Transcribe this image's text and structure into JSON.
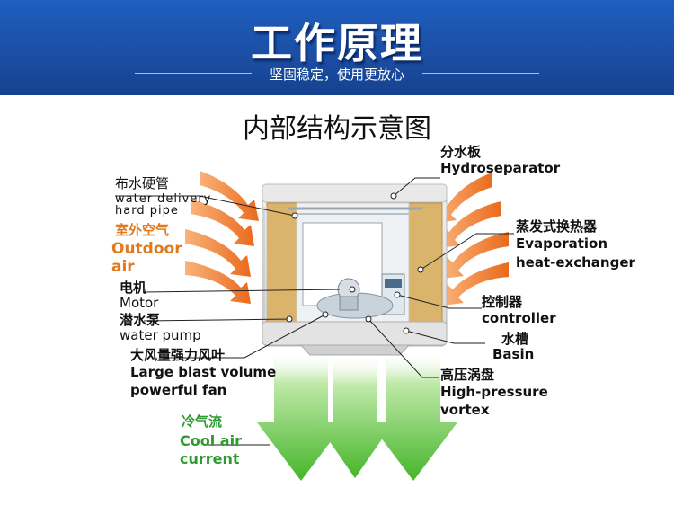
{
  "banner": {
    "title": "工作原理",
    "subtitle": "坚固稳定，使用更放心"
  },
  "main_title": "内部结构示意图",
  "labels": {
    "hydroseparator_cn": "分水板",
    "hydroseparator_en": "Hydroseparator",
    "pipe_cn": "布水硬管",
    "pipe_en_1": "water delivery",
    "pipe_en_2": "hard pipe",
    "outdoor_cn": "室外空气",
    "outdoor_en_1": "Outdoor",
    "outdoor_en_2": "air",
    "exchanger_cn": "蒸发式换热器",
    "exchanger_en_1": "Evaporation",
    "exchanger_en_2": "heat-exchanger",
    "motor_cn": "电机",
    "motor_en": "Motor",
    "controller_cn": "控制器",
    "controller_en": "controller",
    "pump_cn": "潜水泵",
    "pump_en": "water pump",
    "basin_cn": "水槽",
    "basin_en": "Basin",
    "fan_cn": "大风量强力风叶",
    "fan_en_1": "Large blast volume",
    "fan_en_2": "powerful fan",
    "vortex_cn": "高压涡盘",
    "vortex_en_1": "High-pressure",
    "vortex_en_2": "vortex",
    "cool_cn": "冷气流",
    "cool_en_1": "Cool air",
    "cool_en_2": "current"
  },
  "colors": {
    "banner_blue": "#1b4fa6",
    "orange_arrow": "#ef7b2b",
    "green_arrow": "#5cc23a",
    "pad_color": "#d9b46a"
  }
}
